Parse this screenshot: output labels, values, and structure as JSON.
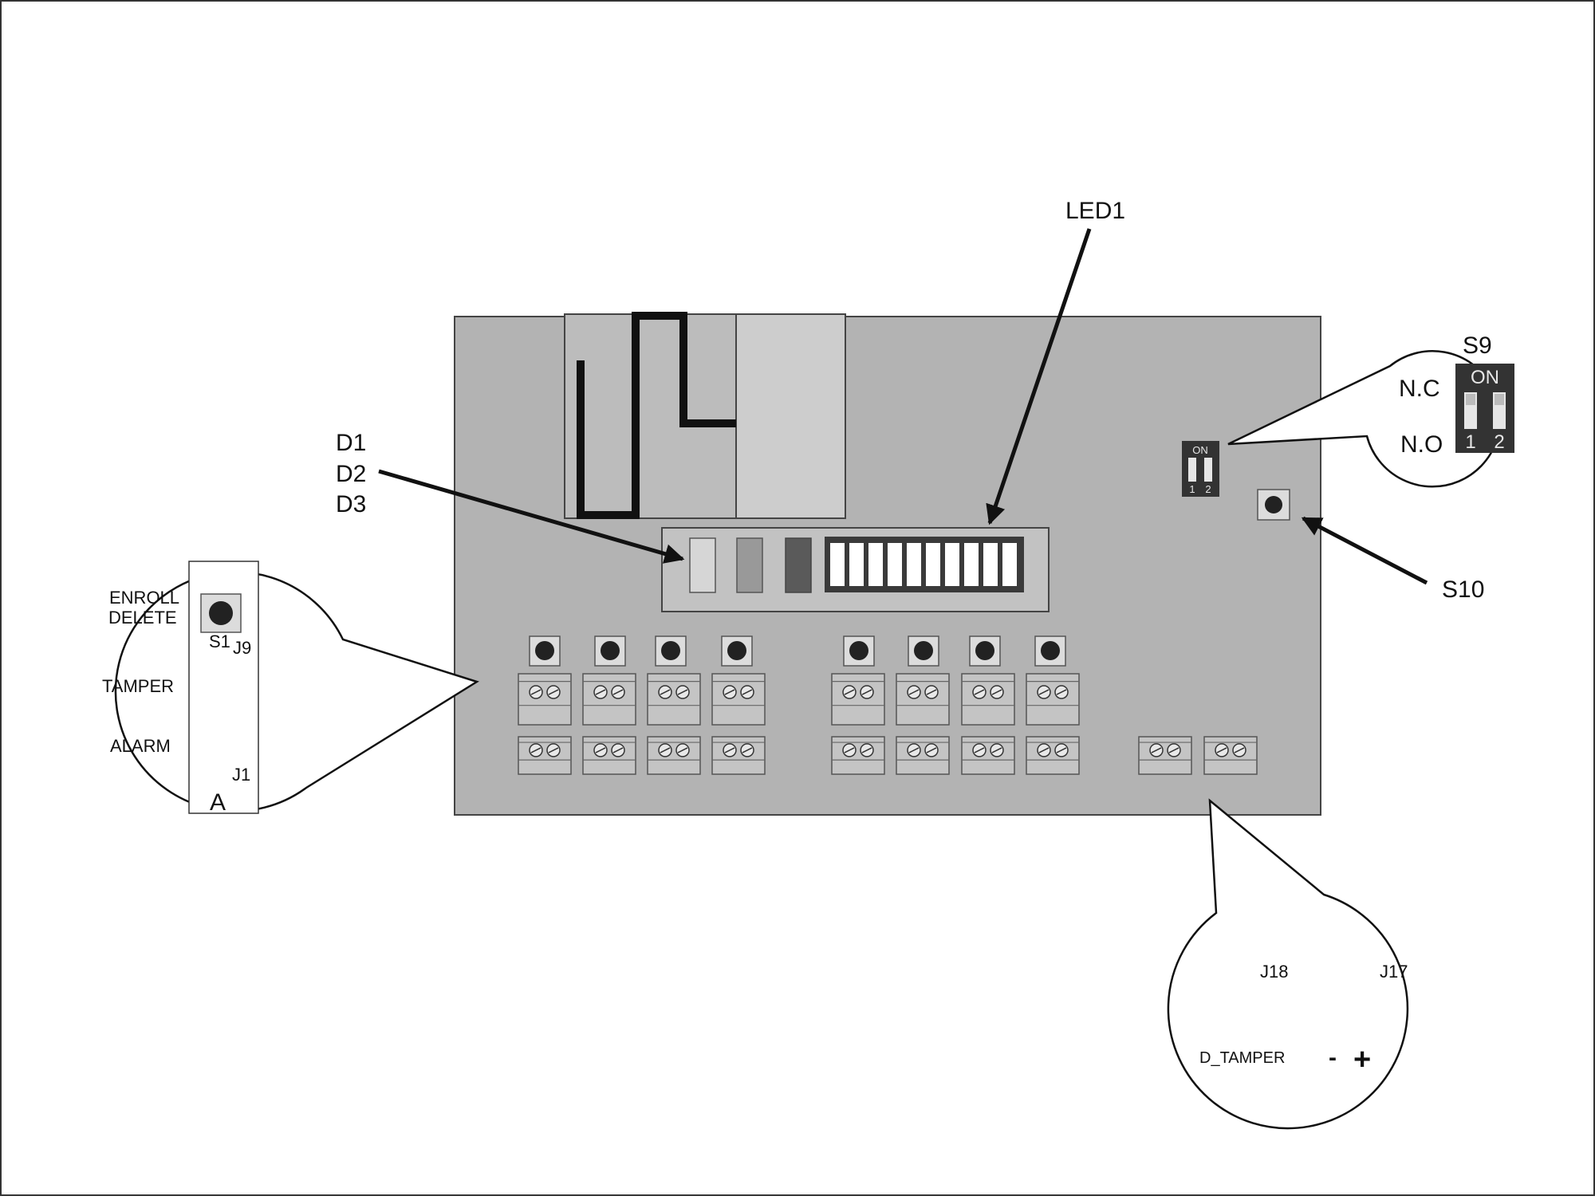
{
  "labels": {
    "led1": "LED1",
    "d1": "D1",
    "d2": "D2",
    "d3": "D3",
    "s9": "S9",
    "nc": "N.C",
    "no": "N.O",
    "on": "ON",
    "dip1": "1",
    "dip2": "2",
    "s10": "S10",
    "enroll": "ENROLL",
    "delete": "DELETE",
    "s1": "S1",
    "j9": "J9",
    "tamper": "TAMPER",
    "alarm": "ALARM",
    "j1": "J1",
    "a": "A",
    "j18": "J18",
    "j17": "J17",
    "d_tamper": "D_TAMPER",
    "minus": "-",
    "plus": "+"
  },
  "colors": {
    "board": "#b3b3b3",
    "panel": "#c8c8c8",
    "line": "#111111",
    "dip_body": "#333333",
    "led_d1": "#d6d6d6",
    "led_d2": "#999999",
    "led_d3": "#5a5a5a"
  }
}
